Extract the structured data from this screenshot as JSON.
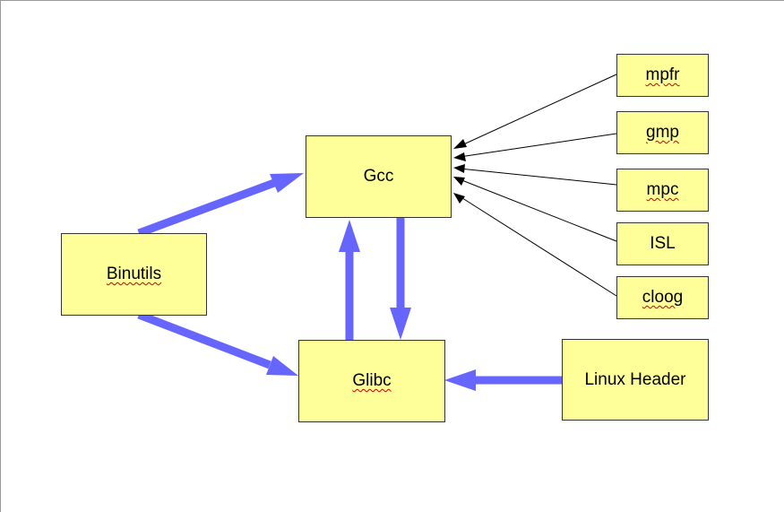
{
  "colors": {
    "node_fill": "#ffff99",
    "node_border": "#333333",
    "thick_arrow": "#6666ff",
    "thin_arrow": "#000000"
  },
  "nodes": {
    "binutils": "Binutils",
    "gcc": "Gcc",
    "glibc": "Glibc",
    "linux_header": "Linux Header",
    "mpfr": "mpfr",
    "gmp": "gmp",
    "mpc": "mpc",
    "isl": "ISL",
    "cloog": "cloog"
  },
  "edges": [
    {
      "from": "binutils",
      "to": "gcc",
      "style": "thick"
    },
    {
      "from": "binutils",
      "to": "glibc",
      "style": "thick"
    },
    {
      "from": "glibc",
      "to": "gcc",
      "style": "thick"
    },
    {
      "from": "gcc",
      "to": "glibc",
      "style": "thick"
    },
    {
      "from": "linux_header",
      "to": "glibc",
      "style": "thick"
    },
    {
      "from": "mpfr",
      "to": "gcc",
      "style": "thin"
    },
    {
      "from": "gmp",
      "to": "gcc",
      "style": "thin"
    },
    {
      "from": "mpc",
      "to": "gcc",
      "style": "thin"
    },
    {
      "from": "isl",
      "to": "gcc",
      "style": "thin"
    },
    {
      "from": "cloog",
      "to": "gcc",
      "style": "thin"
    }
  ]
}
